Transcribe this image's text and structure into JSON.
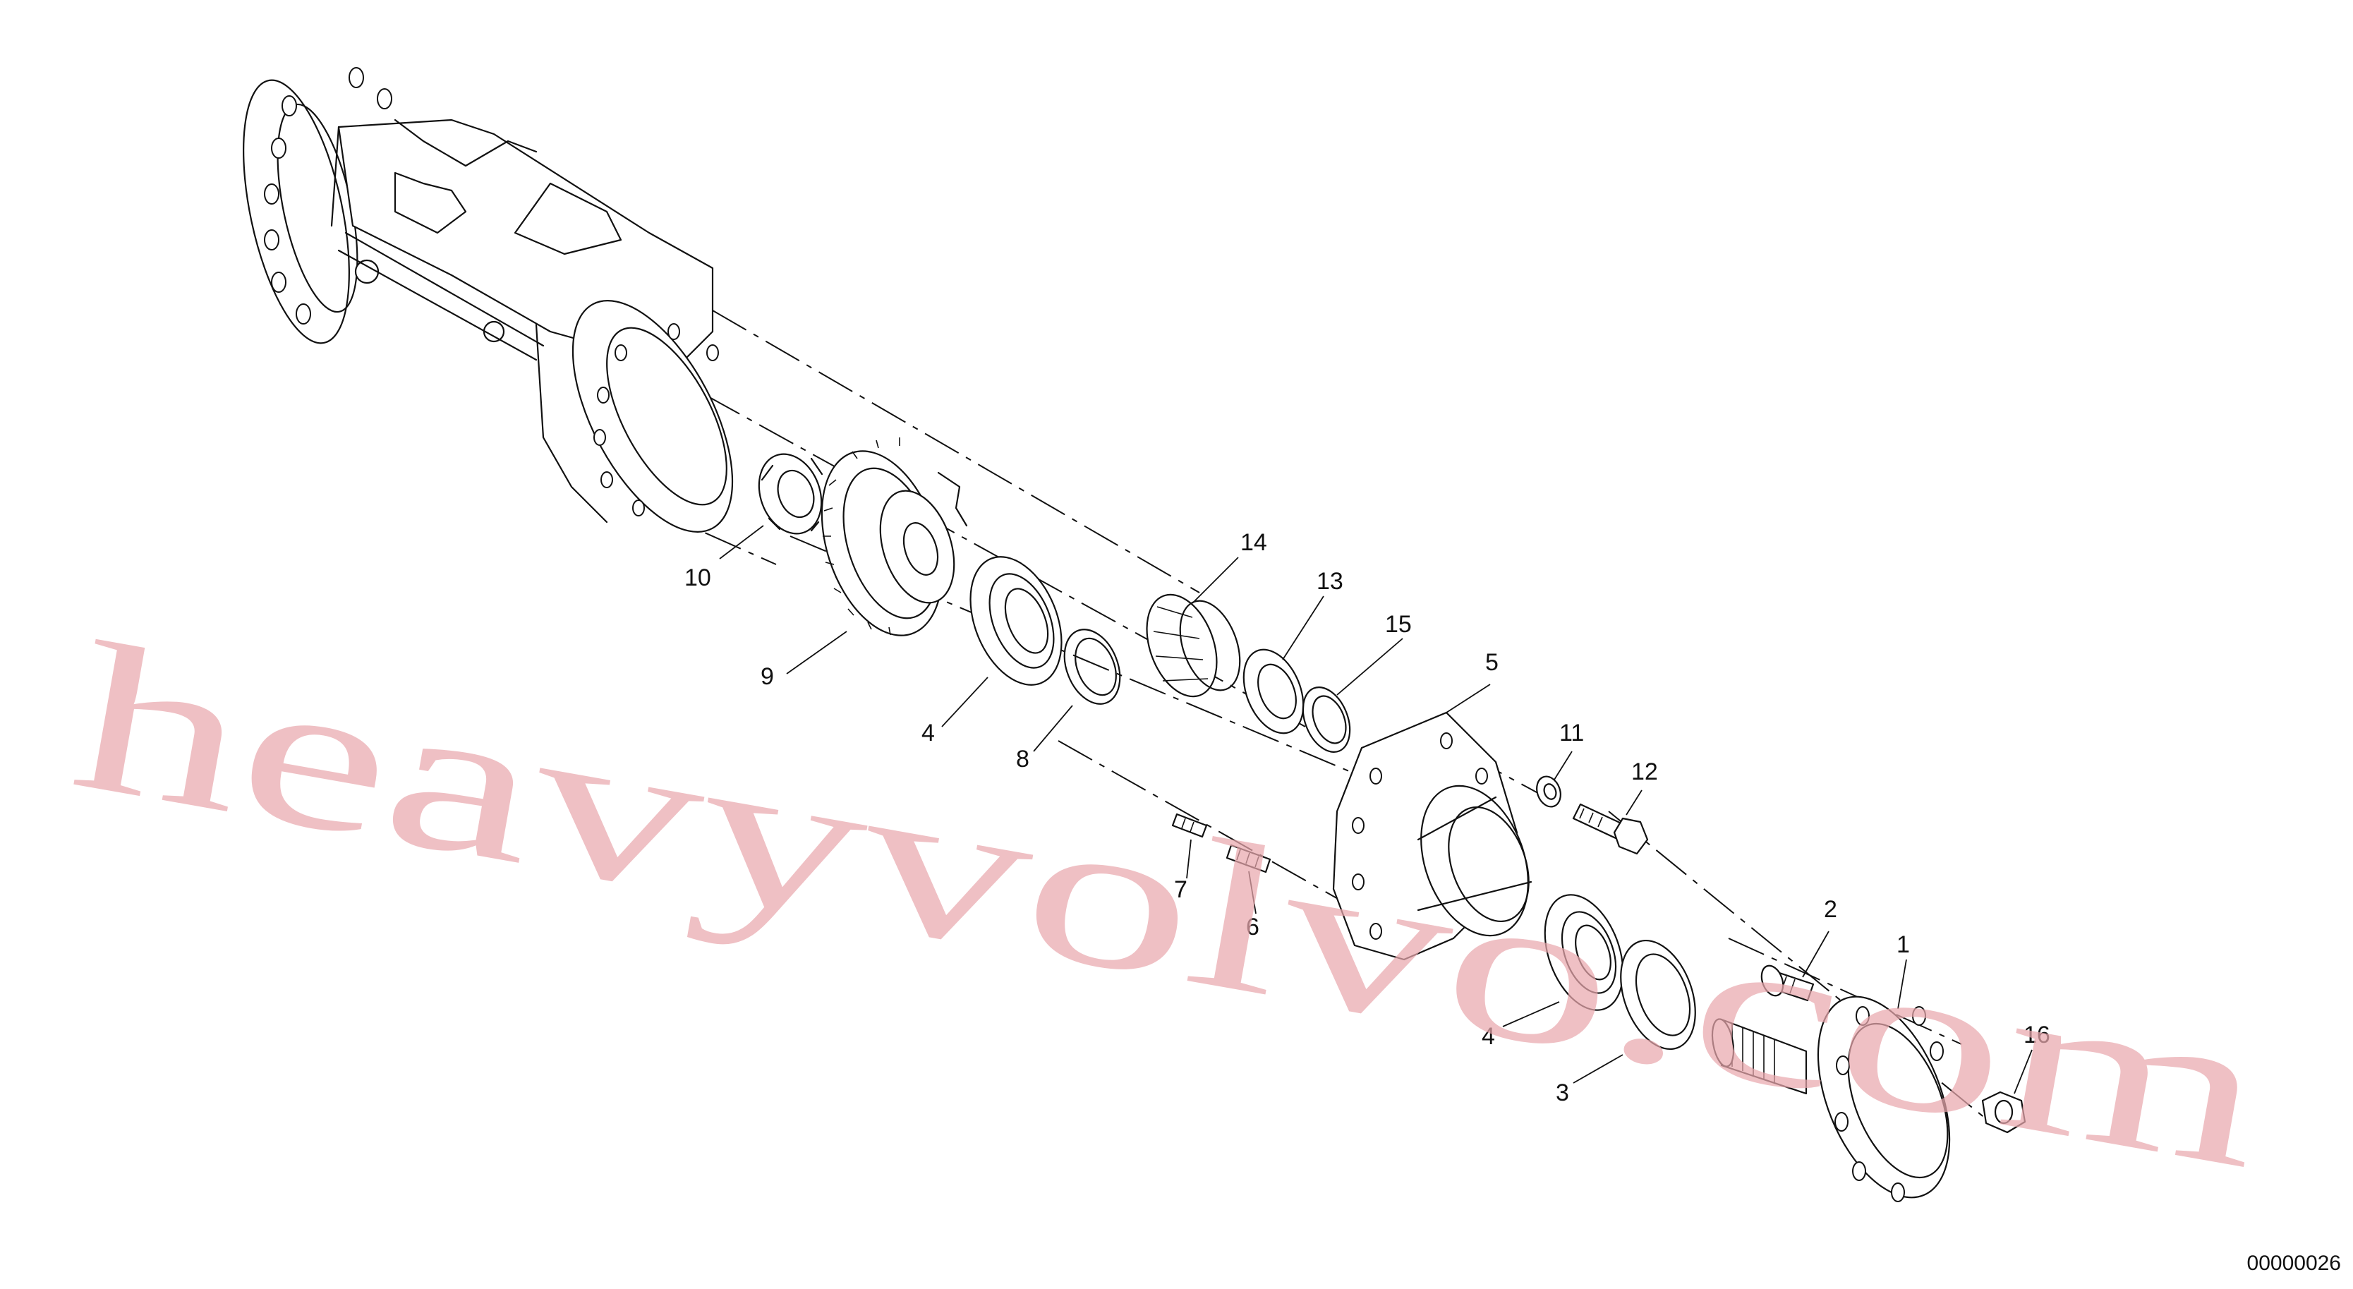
{
  "watermark": "heavyvolvo.com",
  "document_id": "00000026",
  "callouts": {
    "c1": "1",
    "c2": "2",
    "c3": "3",
    "c4a": "4",
    "c4b": "4",
    "c5": "5",
    "c6": "6",
    "c7": "7",
    "c8": "8",
    "c9": "9",
    "c10": "10",
    "c11": "11",
    "c12": "12",
    "c13": "13",
    "c14": "14",
    "c15": "15",
    "c16": "16"
  }
}
